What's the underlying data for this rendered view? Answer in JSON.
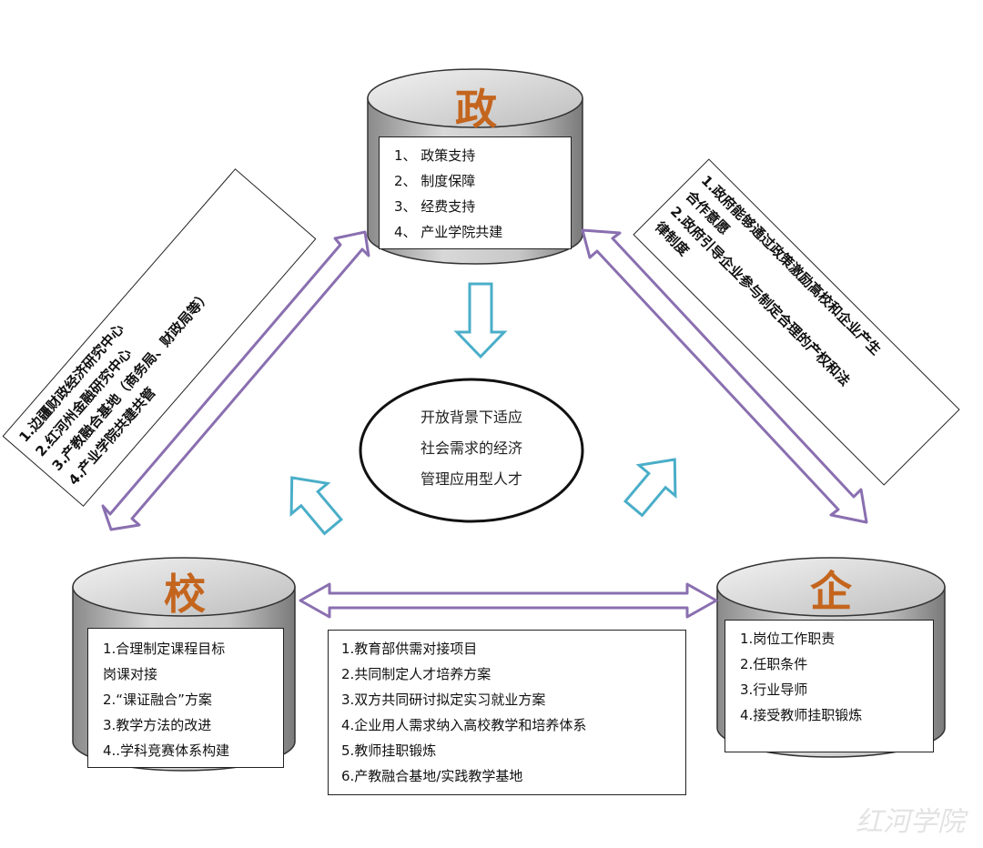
{
  "nodes": {
    "gov": {
      "title": "政",
      "items": [
        "1、 政策支持",
        "2、 制度保障",
        "3、 经费支持",
        "4、 产业学院共建"
      ]
    },
    "school": {
      "title": "校",
      "items": [
        "1.合理制定课程目标",
        "岗课对接",
        "2.“课证融合”方案",
        "3.教学方法的改进",
        "4..学科竞赛体系构建"
      ]
    },
    "enterprise": {
      "title": "企",
      "items": [
        "1.岗位工作职责",
        "2.任职条件",
        "3.行业导师",
        "4.接受教师挂职锻炼"
      ]
    }
  },
  "center": {
    "lines": [
      "开放背景下适应",
      "社会需求的经济",
      "管理应用型人才"
    ]
  },
  "left_note": {
    "lines": [
      "1.边疆财政经济研究中心",
      "2.红河州金融研究中心",
      "3.产教融合基地（商务局、财政局等）",
      "4.产业学院共建共管"
    ]
  },
  "right_note": {
    "lines": [
      "1.政府能够通过政策激励高校和企业产生",
      "合作意愿",
      "2.政府引导企业参与制定合理的产权和法",
      "律制度"
    ]
  },
  "bottom_note": {
    "lines": [
      "1.教育部供需对接项目",
      "2.共同制定人才培养方案",
      "3.双方共同研讨拟定实习就业方案",
      "4.企业用人需求纳入高校教学和培养体系",
      "5.教师挂职锻炼",
      "6.产教融合基地/实践教学基地"
    ]
  },
  "watermark": "红河学院",
  "colors": {
    "purple": "#8a6fb0",
    "cyan": "#4aaec8",
    "title_orange": "#c4651e"
  }
}
